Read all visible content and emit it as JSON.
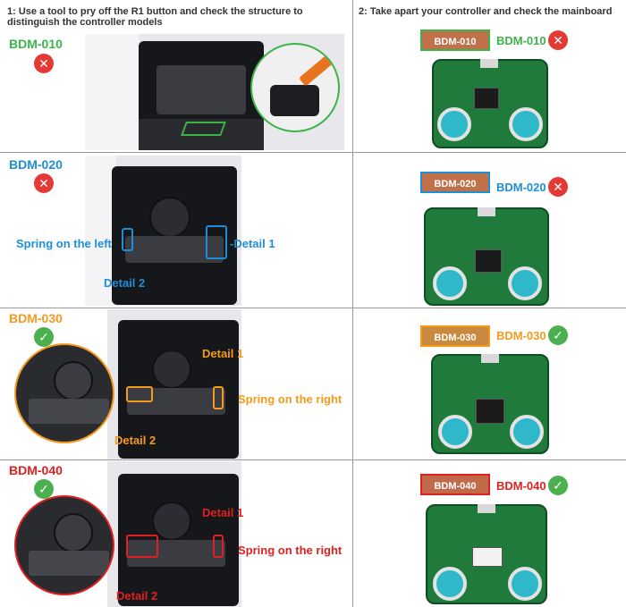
{
  "headers": {
    "left": "1: Use a tool to pry off the R1 button and check the structure to distinguish the controller models",
    "right": "2: Take apart your controller and check the mainboard"
  },
  "colors": {
    "green": "#3bb54a",
    "blue": "#1e8fd6",
    "orange": "#f59a1b",
    "red": "#e02020",
    "no": "#e53935",
    "ok": "#4caf50"
  },
  "rows": [
    {
      "model": "BDM-010",
      "status": "no",
      "status_icon": "x-circle-icon"
    },
    {
      "model": "BDM-020",
      "status": "no",
      "status_icon": "x-circle-icon",
      "spring_label": "Spring on the left",
      "detail1": "Detail 1",
      "detail2": "Detail 2"
    },
    {
      "model": "BDM-030",
      "status": "ok",
      "status_icon": "check-circle-icon",
      "spring_label": "Spring on the right",
      "detail1": "Detail 1",
      "detail2": "Detail 2"
    },
    {
      "model": "BDM-040",
      "status": "ok",
      "status_icon": "check-circle-icon",
      "spring_label": "Spring on the right",
      "detail1": "Detail 1",
      "detail2": "Detail 2"
    }
  ],
  "board_tags": [
    "BDM-010",
    "BDM-020",
    "BDM-030",
    "BDM-040"
  ]
}
